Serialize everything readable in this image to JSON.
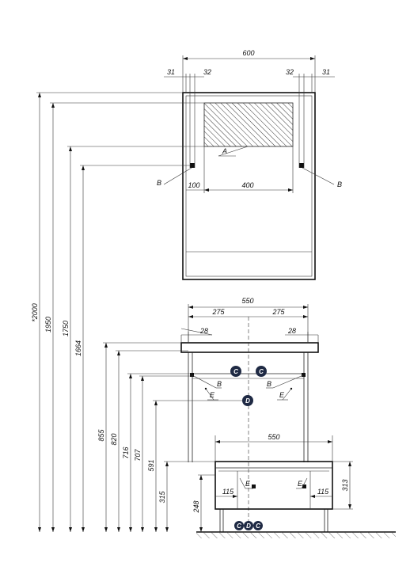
{
  "mirror": {
    "width": "600",
    "left_offset": "31",
    "left_inner": "32",
    "right_inner": "32",
    "right_offset": "31",
    "lamp_offset": "100",
    "lamp_width": "400",
    "label_a": "A",
    "label_b_left": "B",
    "label_b_right": "B"
  },
  "cabinet": {
    "width": "550",
    "half_left": "275",
    "half_right": "275",
    "edge_left": "28",
    "edge_right": "28",
    "label_b_left": "B",
    "label_b_right": "B",
    "label_e_left": "E",
    "label_e_right": "E"
  },
  "vanity": {
    "width": "550",
    "inset_left": "115",
    "inset_right": "115",
    "height_right": "313",
    "label_e_left": "E",
    "label_e_right": "E"
  },
  "heights": {
    "h2000": "*2000",
    "h1950": "1950",
    "h1750": "1750",
    "h1664": "1664",
    "h855": "855",
    "h820": "820",
    "h716": "716",
    "h707": "707",
    "h591": "591",
    "h315": "315",
    "h248": "248"
  },
  "markers": {
    "c": "C",
    "d": "D"
  },
  "colors": {
    "line": "#222222",
    "marker": "#1f2a44"
  }
}
